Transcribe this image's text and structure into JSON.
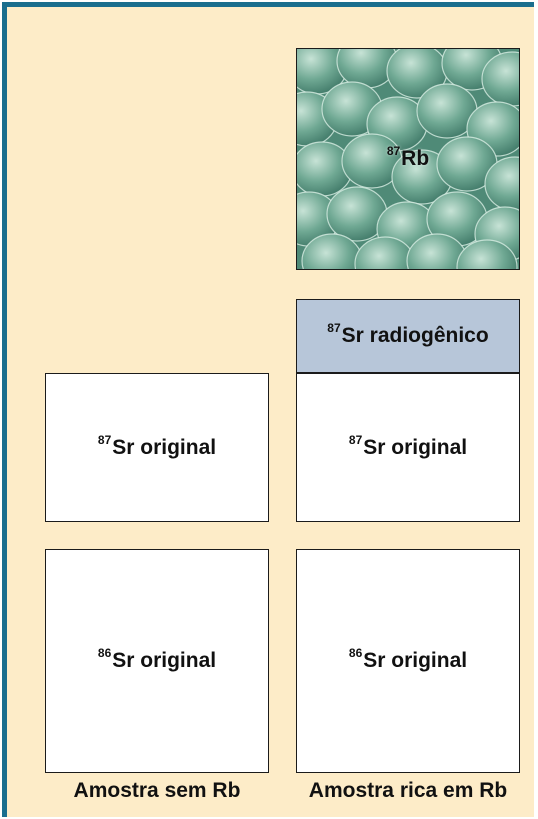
{
  "rb": {
    "mass": "87",
    "symbol": "Rb"
  },
  "rich_sample": {
    "radiogenic": {
      "mass": "87",
      "text": "Sr radiogênico"
    },
    "sr87_original": {
      "mass": "87",
      "text": "Sr original"
    },
    "sr86_original": {
      "mass": "86",
      "text": "Sr original"
    },
    "caption": "Amostra rica em Rb"
  },
  "poor_sample": {
    "sr87_original": {
      "mass": "87",
      "text": "Sr original"
    },
    "sr86_original": {
      "mass": "86",
      "text": "Sr original"
    },
    "caption": "Amostra sem Rb"
  },
  "colors": {
    "frame_border": "#1a6e8e",
    "background": "#fdecc8",
    "radiogenic_fill": "#b7c6d9",
    "crystal_fill": "#7fb3a1"
  }
}
